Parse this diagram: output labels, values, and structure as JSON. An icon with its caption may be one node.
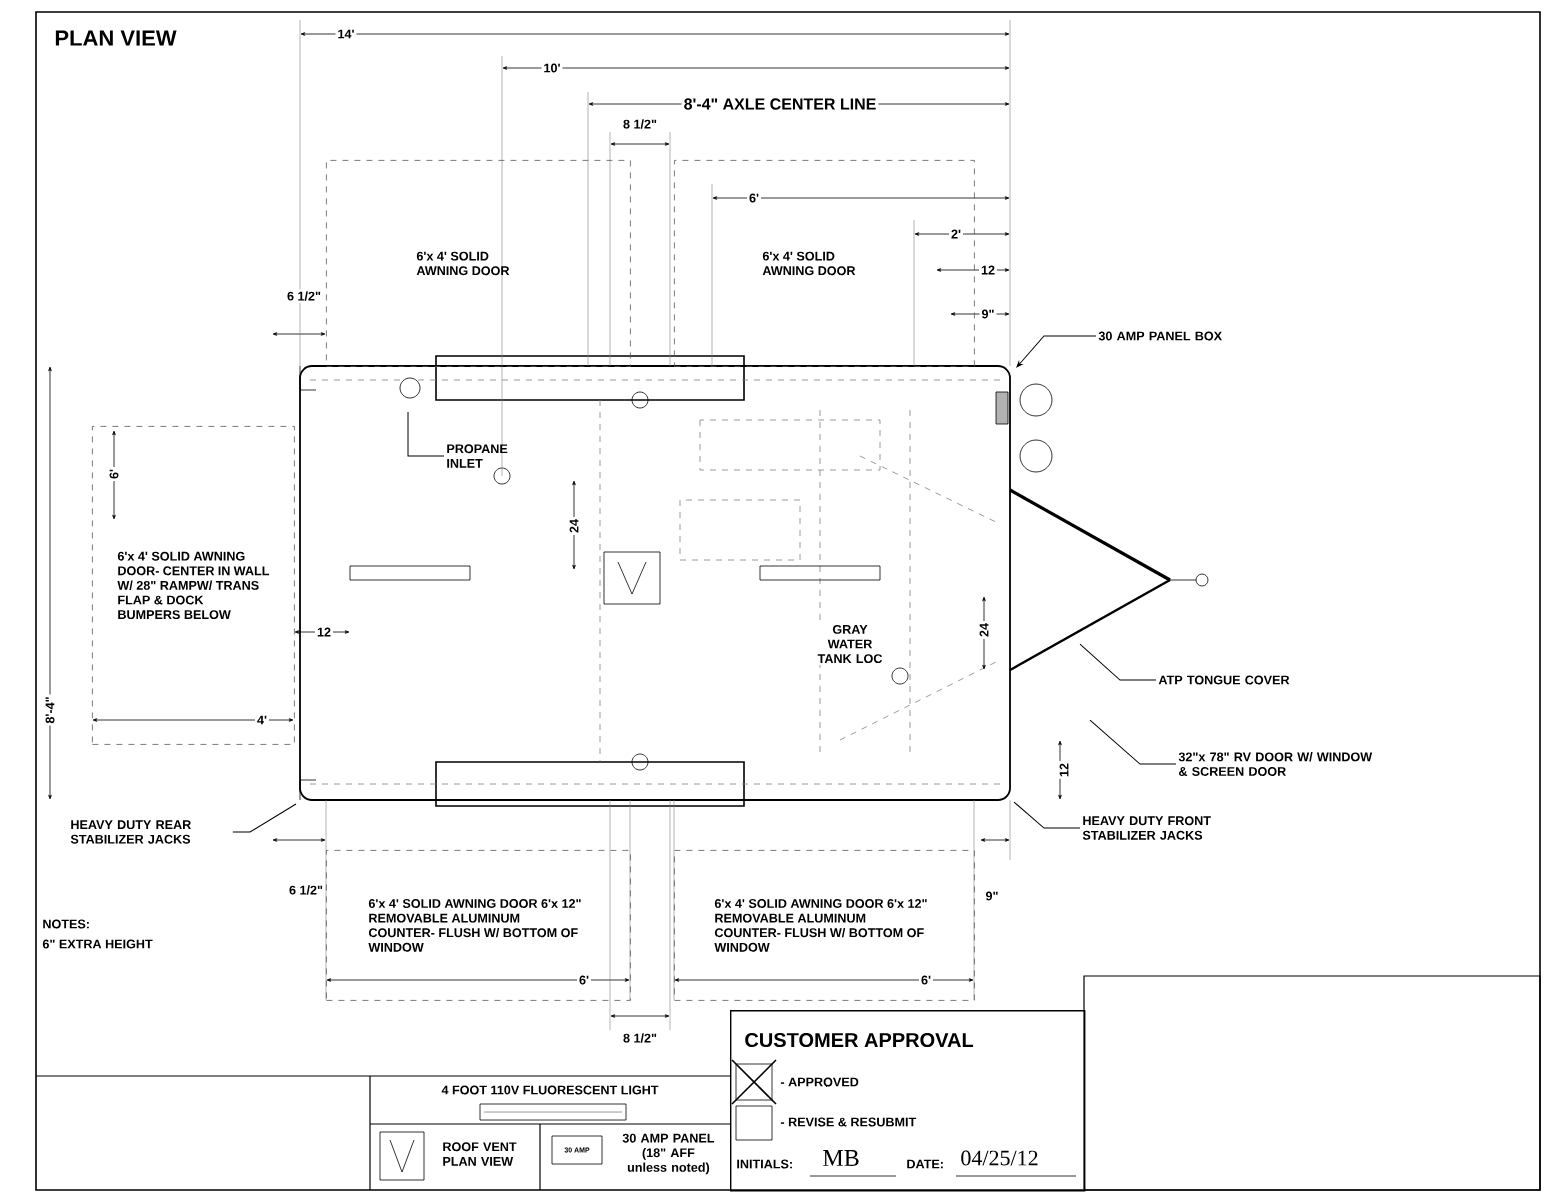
{
  "diagram": {
    "title": "PLAN VIEW",
    "nodes": [
      {
        "text": [
          "6'x 4' SOLID AWNING DOOR"
        ]
      },
      {
        "text": [
          "6'x 4' SOLID AWNING DOOR"
        ]
      },
      {
        "text": [
          "6'x 4' SOLID AWNING DOOR- CENTER IN WALL W/ 28\" RAMPW/ TRANS FLAP & DOCK BUMPERS BELOW"
        ]
      },
      {
        "text": [
          "6'x 4' SOLID AWNING DOOR 6'x 12\" REMOVABLE ALUMINUM COUNTER- FLUSH W/ BOTTOM OF WINDOW"
        ]
      },
      {
        "text": [
          "6'x 4' SOLID AWNING DOOR 6'x 12\" REMOVABLE ALUMINUM COUNTER- FLUSH W/ BOTTOM OF WINDOW"
        ]
      },
      {
        "text": [
          "PROPANE INLET"
        ]
      },
      {
        "text": [
          "30 AMP PANEL BOX"
        ]
      },
      {
        "text": [
          "ATP TONGUE COVER"
        ]
      },
      {
        "text": [
          "32\"x 78\" RV DOOR W/ WINDOW & SCREEN DOOR"
        ]
      },
      {
        "text": [
          "HEAVY DUTY REAR STABILIZER JACKS"
        ]
      },
      {
        "text": [
          "HEAVY DUTY FRONT STABILIZER JACKS"
        ]
      },
      {
        "text": [
          "CUSTOMER APPROVAL",
          "- APPROVED",
          "- REVISE & RESUBMIT",
          "INITIALS:",
          "MB",
          "DATE:",
          "04/25/12"
        ]
      }
    ],
    "edges": [
      {
        "from": 5,
        "to": null,
        "arrow": "none"
      },
      {
        "from": 6,
        "to": null,
        "arrow": "to"
      },
      {
        "from": 7,
        "to": null,
        "arrow": "none"
      },
      {
        "from": 8,
        "to": null,
        "arrow": "none"
      },
      {
        "from": 9,
        "to": null,
        "arrow": "none"
      },
      {
        "from": 10,
        "to": null,
        "arrow": "none"
      }
    ],
    "labels": [
      "14'",
      "10'",
      "8'-4\" AXLE CENTER LINE",
      "8 1/2\"",
      "6'",
      "2'",
      "12",
      "9\"",
      "6 1/2\"",
      "6'",
      "24",
      "12",
      "4'",
      "8'-4\"",
      "GRAY WATER TANK LOC",
      "24",
      "12",
      "6 1/2\"",
      "9\"",
      "6'",
      "6'",
      "8 1/2\"",
      "NOTES:",
      "6\" EXTRA HEIGHT",
      "30 AMP"
    ],
    "legend": [
      {
        "text": "4 FOOT 110V FLUORESCENT LIGHT"
      },
      {
        "text": "ROOF VENT PLAN VIEW"
      },
      {
        "text": "30 AMP PANEL (18\" AFF unless noted)"
      }
    ]
  }
}
